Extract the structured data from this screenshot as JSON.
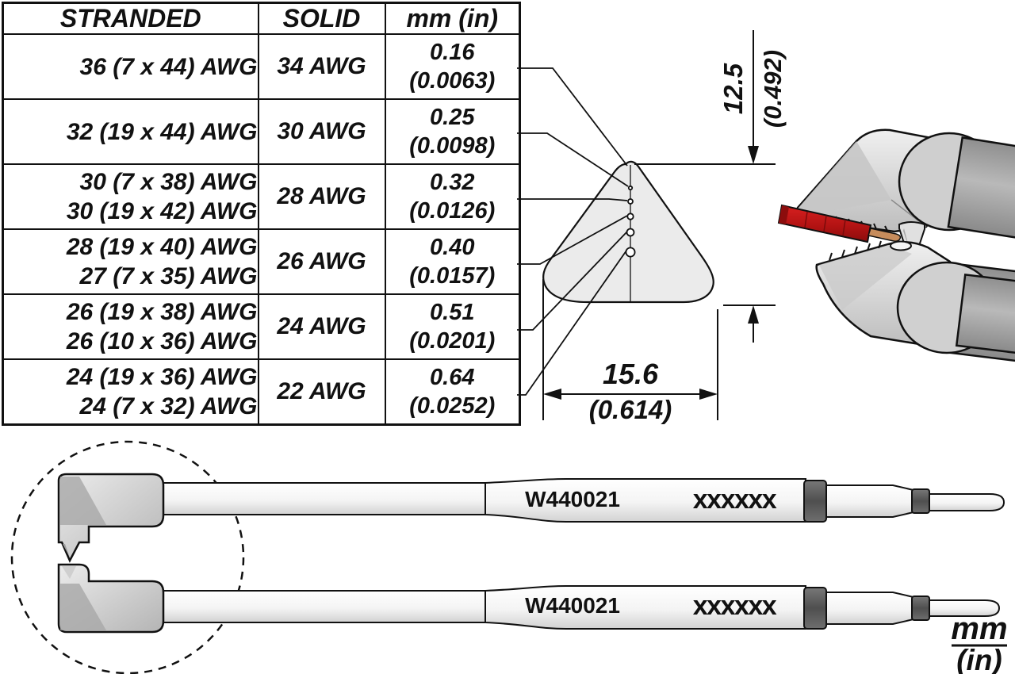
{
  "spec_table": {
    "headers": {
      "stranded": "STRANDED",
      "solid": "SOLID",
      "units": "mm (in)"
    },
    "rows": [
      {
        "stranded_lines": [
          "36 (7 x 44) AWG"
        ],
        "solid": "34 AWG",
        "mm": "0.16",
        "inches": "(0.0063)"
      },
      {
        "stranded_lines": [
          "32 (19 x 44) AWG"
        ],
        "solid": "30 AWG",
        "mm": "0.25",
        "inches": "(0.0098)"
      },
      {
        "stranded_lines": [
          "30 (7 x 38) AWG",
          "30 (19 x 42) AWG"
        ],
        "solid": "28 AWG",
        "mm": "0.32",
        "inches": "(0.0126)"
      },
      {
        "stranded_lines": [
          "28 (19 x 40) AWG",
          "27 (7 x 35) AWG"
        ],
        "solid": "26 AWG",
        "mm": "0.40",
        "inches": "(0.0157)"
      },
      {
        "stranded_lines": [
          "26 (19 x 38) AWG",
          "26 (10 x 36) AWG"
        ],
        "solid": "24 AWG",
        "mm": "0.51",
        "inches": "(0.0201)"
      },
      {
        "stranded_lines": [
          "24 (19 x 36) AWG",
          "24 (7 x 32) AWG"
        ],
        "solid": "22 AWG",
        "mm": "0.64",
        "inches": "(0.0252)"
      }
    ]
  },
  "blade_profile": {
    "height_dim": {
      "mm": "12.5",
      "inches": "(0.492)"
    },
    "width_dim": {
      "mm": "15.6",
      "inches": "(0.614)"
    },
    "hole_count": 6
  },
  "cartridges": {
    "model": "W440021",
    "serial_placeholder": "xxxxxx"
  },
  "units_legend": {
    "numerator": "mm",
    "denominator": "(in)"
  },
  "colors": {
    "line": "#111111",
    "blade_fill": "#ebebeb",
    "wire_red": "#bd1616",
    "copper": "#c68c5c",
    "metal_light": "#d6d6d6",
    "metal_dark": "#a2a2a2",
    "band_dark": "#4f4f4f"
  }
}
